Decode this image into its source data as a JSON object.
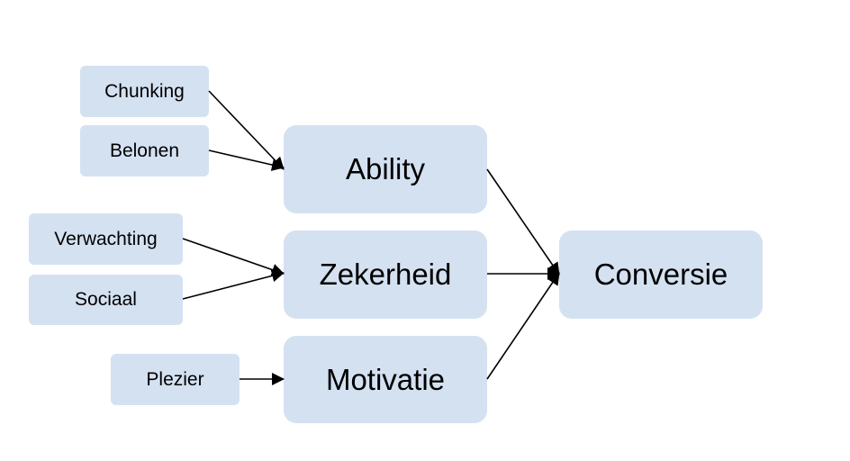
{
  "diagram": {
    "node_fill": "#d4e1f1",
    "edge_color": "#000000",
    "nodes": {
      "chunking": "Chunking",
      "belonen": "Belonen",
      "verwachting": "Verwachting",
      "sociaal": "Sociaal",
      "plezier": "Plezier",
      "ability": "Ability",
      "zekerheid": "Zekerheid",
      "motivatie": "Motivatie",
      "conversie": "Conversie"
    },
    "edges": [
      [
        "chunking",
        "ability"
      ],
      [
        "belonen",
        "ability"
      ],
      [
        "verwachting",
        "zekerheid"
      ],
      [
        "sociaal",
        "zekerheid"
      ],
      [
        "plezier",
        "motivatie"
      ],
      [
        "ability",
        "conversie"
      ],
      [
        "zekerheid",
        "conversie"
      ],
      [
        "motivatie",
        "conversie"
      ]
    ]
  }
}
